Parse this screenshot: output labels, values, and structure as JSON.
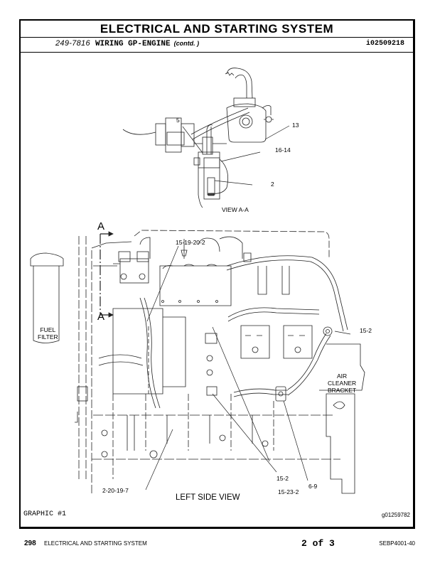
{
  "header": {
    "title": "ELECTRICAL AND STARTING SYSTEM",
    "part_number": "249-7816",
    "part_name": "WIRING GP-ENGINE",
    "continued": "(contd. )",
    "illustration_id": "i02509218"
  },
  "view_aa": {
    "caption": "VIEW A-A",
    "callouts": [
      "5",
      "13",
      "16-14",
      "2"
    ]
  },
  "left_side_view": {
    "caption": "LEFT SIDE VIEW",
    "section_marker_top": "A",
    "section_marker_bottom": "A",
    "component_labels": {
      "fuel_filter_line1": "FUEL",
      "fuel_filter_line2": "FILTER",
      "air_cleaner_line1": "AIR",
      "air_cleaner_line2": "CLEANER",
      "air_cleaner_line3": "BRACKET"
    },
    "callouts": [
      "15-19-20-2",
      "15-2",
      "2-20-19-7",
      "15-2",
      "15-23-2",
      "6-9"
    ]
  },
  "graphic": {
    "label": "GRAPHIC #1",
    "graphic_id": "g01259782"
  },
  "footer": {
    "page_number": "298",
    "section": "ELECTRICAL AND STARTING SYSTEM",
    "sheet": "2 of 3",
    "document_id": "SEBP4001-40"
  }
}
